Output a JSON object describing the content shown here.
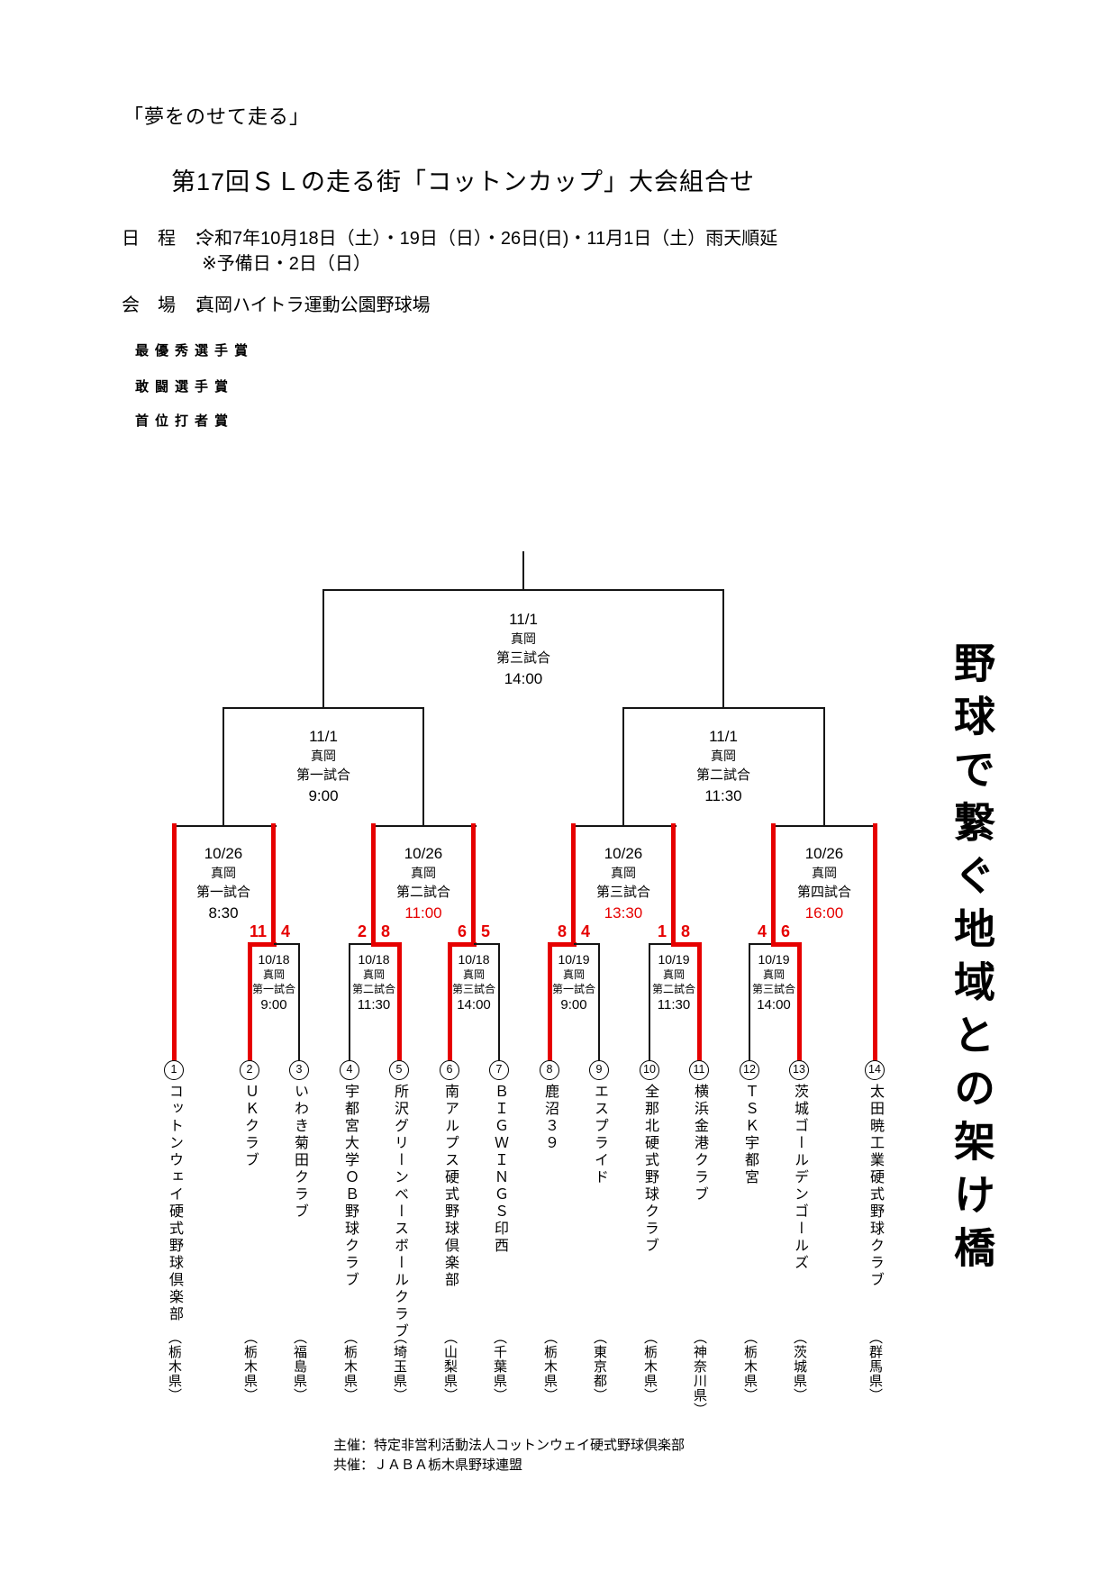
{
  "page": {
    "tagline": "「夢をのせて走る」",
    "title": "第17回ＳＬの走る街「コットンカップ」大会組合せ",
    "schedule_label": "日　程　：",
    "schedule_line1": "令和7年10月18日（土）・19日（日）・26日(日)・11月1日（土）雨天順延",
    "schedule_line2": "※予備日・2日（日）",
    "venue_label": "会　場　：",
    "venue_text": "真岡ハイトラ運動公園野球場",
    "awards": [
      "最優秀選手賞",
      "敢闘選手賞",
      "首位打者賞"
    ],
    "slogan": "野球で繋ぐ地域との架け橋",
    "organizer": "主催：特定非営利活動法人コットンウェイ硬式野球倶楽部",
    "co_organizer": "共催：ＪＡＢＡ栃木県野球連盟"
  },
  "colors": {
    "bracket_red": "#e60000",
    "bracket_black": "#151515"
  },
  "final": {
    "date": "11/1",
    "venue": "真岡",
    "game": "第三試合",
    "time": "14:00",
    "time_color": "black"
  },
  "semifinals": [
    {
      "date": "11/1",
      "venue": "真岡",
      "game": "第一試合",
      "time": "9:00",
      "time_color": "black"
    },
    {
      "date": "11/1",
      "venue": "真岡",
      "game": "第二試合",
      "time": "11:30",
      "time_color": "black"
    }
  ],
  "quarterfinals": [
    {
      "date": "10/26",
      "venue": "真岡",
      "game": "第一試合",
      "time": "8:30",
      "time_color": "black"
    },
    {
      "date": "10/26",
      "venue": "真岡",
      "game": "第二試合",
      "time": "11:00",
      "time_color": "red"
    },
    {
      "date": "10/26",
      "venue": "真岡",
      "game": "第三試合",
      "time": "13:30",
      "time_color": "red"
    },
    {
      "date": "10/26",
      "venue": "真岡",
      "game": "第四試合",
      "time": "16:00",
      "time_color": "red"
    }
  ],
  "first_round": [
    {
      "date": "10/18",
      "venue": "真岡",
      "game": "第一試合",
      "time": "9:00",
      "score_left": "11",
      "score_right": "4",
      "winner": "left"
    },
    {
      "date": "10/18",
      "venue": "真岡",
      "game": "第二試合",
      "time": "11:30",
      "score_left": "2",
      "score_right": "8",
      "winner": "right"
    },
    {
      "date": "10/18",
      "venue": "真岡",
      "game": "第三試合",
      "time": "14:00",
      "score_left": "6",
      "score_right": "5",
      "winner": "left"
    },
    {
      "date": "10/19",
      "venue": "真岡",
      "game": "第一試合",
      "time": "9:00",
      "score_left": "8",
      "score_right": "4",
      "winner": "left"
    },
    {
      "date": "10/19",
      "venue": "真岡",
      "game": "第二試合",
      "time": "11:30",
      "score_left": "1",
      "score_right": "8",
      "winner": "right"
    },
    {
      "date": "10/19",
      "venue": "真岡",
      "game": "第三試合",
      "time": "14:00",
      "score_left": "4",
      "score_right": "6",
      "winner": "right"
    }
  ],
  "teams": [
    {
      "no": "1",
      "name": "コットンウェイ硬式野球倶楽部",
      "pref": "（栃木県）",
      "bye": true
    },
    {
      "no": "2",
      "name": "ＵＫクラブ",
      "pref": "（栃木県）",
      "bye": false
    },
    {
      "no": "3",
      "name": "いわき菊田クラブ",
      "pref": "（福島県）",
      "bye": false
    },
    {
      "no": "4",
      "name": "宇都宮大学ＯＢ野球クラブ",
      "pref": "（栃木県）",
      "bye": false
    },
    {
      "no": "5",
      "name": "所沢グリーンベースボールクラブ",
      "pref": "（埼玉県）",
      "bye": false
    },
    {
      "no": "6",
      "name": "南アルプス硬式野球倶楽部",
      "pref": "（山梨県）",
      "bye": false
    },
    {
      "no": "7",
      "name": "ＢＩＧＷＩＮＧＳ印西",
      "pref": "（千葉県）",
      "bye": false
    },
    {
      "no": "8",
      "name": "鹿沼３９",
      "pref": "（栃木県）",
      "bye": false
    },
    {
      "no": "9",
      "name": "エスプライド",
      "pref": "（東京都）",
      "bye": false
    },
    {
      "no": "10",
      "name": "全那北硬式野球クラブ",
      "pref": "（栃木県）",
      "bye": false
    },
    {
      "no": "11",
      "name": "横浜金港クラブ",
      "pref": "（神奈川県）",
      "bye": false
    },
    {
      "no": "12",
      "name": "ＴＳＫ宇都宮",
      "pref": "（栃木県）",
      "bye": false
    },
    {
      "no": "13",
      "name": "茨城ゴールデンゴールズ",
      "pref": "（茨城県）",
      "bye": false
    },
    {
      "no": "14",
      "name": "太田暁工業硬式野球クラブ",
      "pref": "（群馬県）",
      "bye": true
    }
  ]
}
